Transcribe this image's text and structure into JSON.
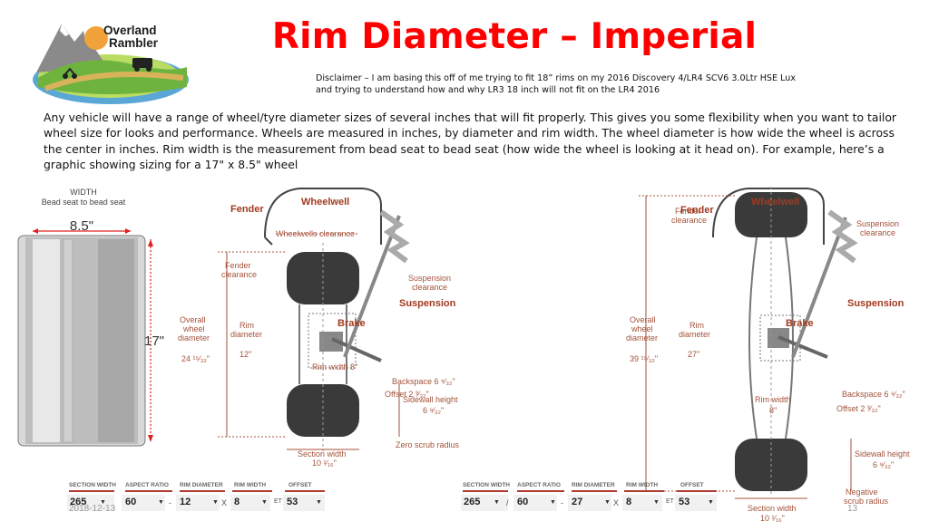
{
  "header": {
    "logo": {
      "line1": "Overland",
      "line2": "Rambler"
    },
    "title": "Rim Diameter – Imperial",
    "disclaimer_line1": "Disclaimer – I am basing this off of me trying to fit 18” rims on my 2016 Discovery 4/LR4 SCV6 3.0Ltr HSE Lux",
    "disclaimer_line2": "and trying to understand how and why LR3 18 inch will not fit on the LR4 2016"
  },
  "body": {
    "paragraph": "Any vehicle will have a range of wheel/tyre diameter sizes of several inches that will fit properly. This gives you some flexibility  when you want to tailor wheel size for looks and performance. Wheels are measured in inches, by diameter and rim width. The wheel diameter is how wide the wheel is across the center in inches. Rim width is the measurement from bead seat to bead seat (how wide the wheel is looking at it head on). For example, here’s a graphic showing sizing for a 17\" x 8.5\" wheel"
  },
  "wheel_diagram": {
    "width_label": "WIDTH",
    "width_sub": "Bead seat to bead seat",
    "width_value": "8.5\"",
    "diameter_value": "17\""
  },
  "diagram_left": {
    "fender": "Fender",
    "wheelwell": "Wheelwell",
    "wheelwells_clearance": "Wheelwells clearance",
    "fender_clearance_1": "Fender",
    "fender_clearance_2": "clearance",
    "suspension_clearance_1": "Suspension",
    "suspension_clearance_2": "clearance",
    "suspension": "Suspension",
    "overall_1": "Overall",
    "overall_2": "wheel",
    "overall_3": "diameter",
    "overall_value": "24 ¹⁵⁄₃₂\"",
    "rim_1": "Rim",
    "rim_2": "diameter",
    "rim_value": "12\"",
    "brake": "Brake",
    "rim_width": "Rim width 8\"",
    "backspace": "Backspace 6 ⁹⁄₃₂\"",
    "offset": "Offset 2 ³⁄₃₂\"",
    "sidewall_1": "Sidewall height",
    "sidewall_2": "6 ⁹⁄₃₂\"",
    "section_width_1": "Section width",
    "section_width_2": "10 ¹⁄₁₆\"",
    "zero_scrub": "Zero scrub radius"
  },
  "diagram_right": {
    "fender": "Fender",
    "fender_clearance_1": "Fender",
    "fender_clearance_2": "clearance",
    "wheelwell": "Wheelwell",
    "suspension_clearance_1": "Suspension",
    "suspension_clearance_2": "clearance",
    "suspension": "Suspension",
    "overall_1": "Overall",
    "overall_2": "wheel",
    "overall_3": "diameter",
    "overall_value": "39 ¹⁵⁄₃₂\"",
    "rim_1": "Rim",
    "rim_2": "diameter",
    "rim_value": "27\"",
    "brake": "Brake",
    "rim_width_1": "Rim width",
    "rim_width_2": "8\"",
    "backspace": "Backspace 6 ⁹⁄₃₂\"",
    "offset": "Offset 2 ³⁄₃₂\"",
    "sidewall_1": "Sidewall height",
    "sidewall_2": "6 ⁹⁄₃₂\"",
    "negative_1": "Negative",
    "negative_2": "scrub radius",
    "section_width_1": "Section width",
    "section_width_2": "10 ¹⁄₁₆\""
  },
  "selectors_left": {
    "section_width_label": "SECTION WIDTH",
    "section_width_value": "265",
    "aspect_ratio_label": "ASPECT RATIO",
    "aspect_ratio_value": "60",
    "rim_diameter_label": "RIM DIAMETER",
    "rim_diameter_value": "12",
    "rim_width_label": "RIM WIDTH",
    "rim_width_value": "8",
    "offset_label": "OFFSET",
    "offset_value": "53",
    "sep_slash": "/",
    "sep_dash": "-",
    "sep_x": "X",
    "sep_et": "ET"
  },
  "selectors_right": {
    "section_width_label": "SECTION WIDTH",
    "section_width_value": "265",
    "aspect_ratio_label": "ASPECT RATIO",
    "aspect_ratio_value": "60",
    "rim_diameter_label": "RIM DIAMETER",
    "rim_diameter_value": "27",
    "rim_width_label": "RIM WIDTH",
    "rim_width_value": "8",
    "offset_label": "OFFSET",
    "offset_value": "53",
    "sep_slash": "/",
    "sep_dash": "-",
    "sep_x": "X",
    "sep_et": "ET"
  },
  "footer": {
    "date": "2018-12-13",
    "page_number": "13"
  },
  "colors": {
    "title": "#ff0000",
    "diagram_label": "#a4523a",
    "selector_accent": "#b03a2e"
  }
}
